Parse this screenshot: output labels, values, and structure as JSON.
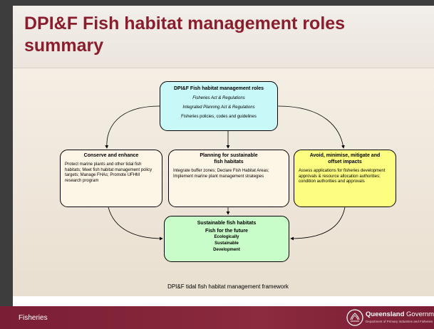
{
  "slide": {
    "title": "DPI&F Fish habitat management roles summary"
  },
  "diagram": {
    "roles_box": {
      "heading": "DPI&F Fish habitat management roles",
      "line1": "Fisheries Act & Regulations",
      "line2": "Integrated Planning Act & Regulations",
      "line3": "Fisheries policies, codes and guidelines"
    },
    "conserve_box": {
      "heading": "Conserve and enhance",
      "text": "Protect marine plants and other tidal fish habitats; Meet fish habitat management policy targets; Manage FHAs; Promote UFHM research program"
    },
    "planning_box": {
      "heading_line1": "Planning for sustainable",
      "heading_line2": "fish habitats",
      "text": "Integrate buffer zones; Declare Fish Habitat Areas; Implement marine plant management strategies"
    },
    "avoid_box": {
      "heading_line1": "Avoid, minimise, mitigate and",
      "heading_line2": "offset impacts",
      "text": "Assess applications for fisheries development approvals & resource allocation authorities; condition authorities and approvals"
    },
    "sustainable_box": {
      "line1": "Sustainable fish habitats",
      "line2": "Fish for the future",
      "line3": "Ecologically",
      "line4": "Sustainable",
      "line5": "Development"
    },
    "caption": "DPI&F tidal fish habitat management framework"
  },
  "footer": {
    "label": "Fisheries",
    "logo_word_bold": "Queensland",
    "logo_word_light": "Government",
    "logo_dept": "Department of Primary Industries and Fisheries"
  },
  "colors": {
    "title": "#8a1d2e",
    "footer": "#7a1e34",
    "roles_box": "#c9f8f8",
    "conserve_box": "#fdf5e6",
    "avoid_box": "#fdfd82",
    "sustainable_box": "#c8fcc8"
  }
}
